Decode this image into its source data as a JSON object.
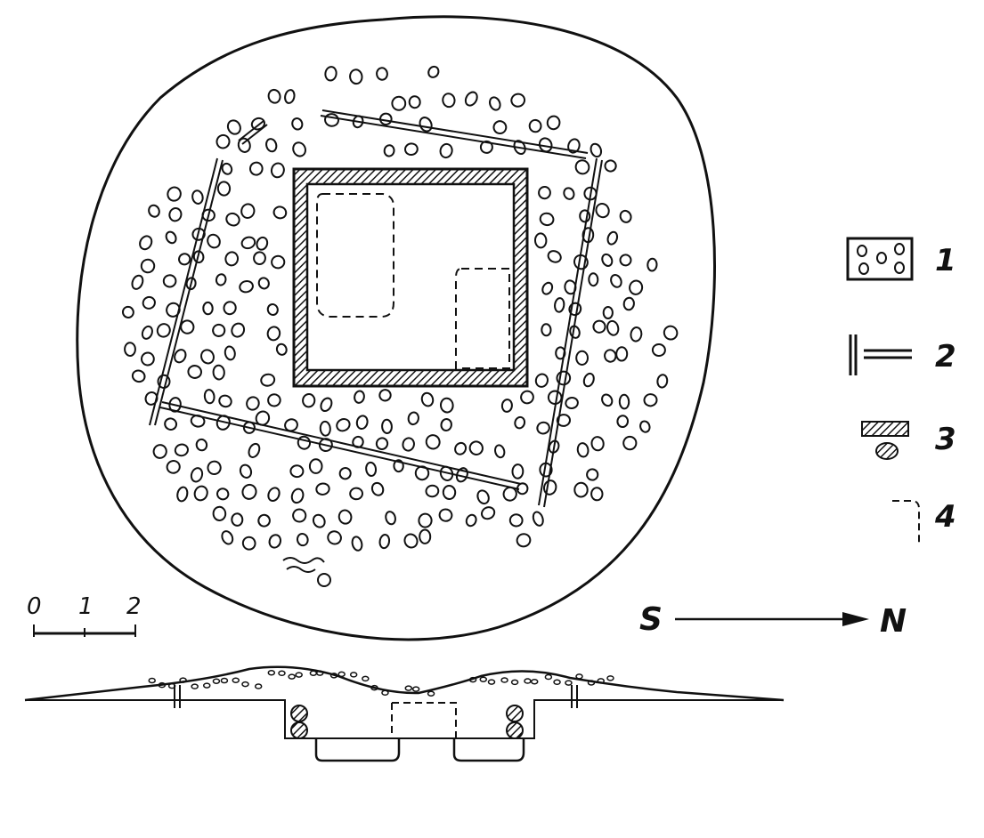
{
  "legend": {
    "items": [
      {
        "number": "1",
        "symbol": "stones-icon"
      },
      {
        "number": "2",
        "symbol": "wooden-wall-lines-icon"
      },
      {
        "number": "3",
        "symbol": "burnt-log-icon"
      },
      {
        "number": "4",
        "symbol": "pit-outline-icon"
      }
    ]
  },
  "scale_bar": {
    "ticks": [
      "0",
      "1",
      "2"
    ]
  },
  "orientation": {
    "from": "S",
    "to": "N"
  },
  "colors": {
    "ink": "#111111",
    "paper": "#ffffff"
  }
}
